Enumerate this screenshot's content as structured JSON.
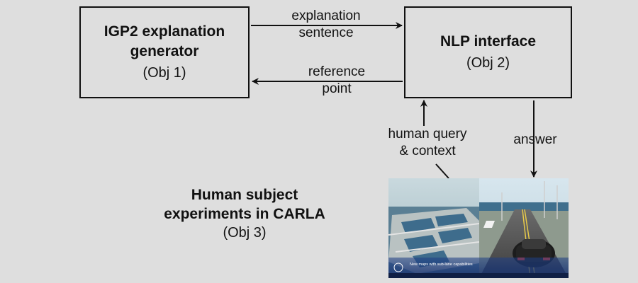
{
  "igp2": {
    "title": "IGP2 explanation generator",
    "sub": "(Obj 1)"
  },
  "nlp": {
    "title": "NLP interface",
    "sub": "(Obj 2)"
  },
  "edges": {
    "explanation_line1": "explanation",
    "explanation_line2": "sentence",
    "reference_line1": "reference",
    "reference_line2": "point",
    "query_line1": "human query",
    "query_line2": "& context",
    "answer": "answer"
  },
  "carla": {
    "title_line1": "Human subject",
    "title_line2": "experiments in CARLA",
    "sub": "(Obj 3)",
    "caption": "New maps with sub-lane capabilities"
  }
}
